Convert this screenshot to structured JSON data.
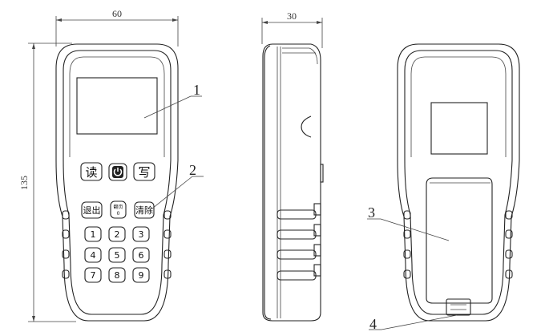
{
  "dimensions": {
    "width": "60",
    "depth": "30",
    "height": "135"
  },
  "callouts": {
    "c1": "1",
    "c2": "2",
    "c3": "3",
    "c4": "4"
  },
  "keys": {
    "read": "读",
    "write": "写",
    "exit": "退出",
    "page_top": "翻页",
    "page_bottom": "0",
    "clear": "清除",
    "digits": [
      "1",
      "2",
      "3",
      "4",
      "5",
      "6",
      "7",
      "8",
      "9"
    ]
  },
  "icons": {
    "power": "power-icon"
  }
}
